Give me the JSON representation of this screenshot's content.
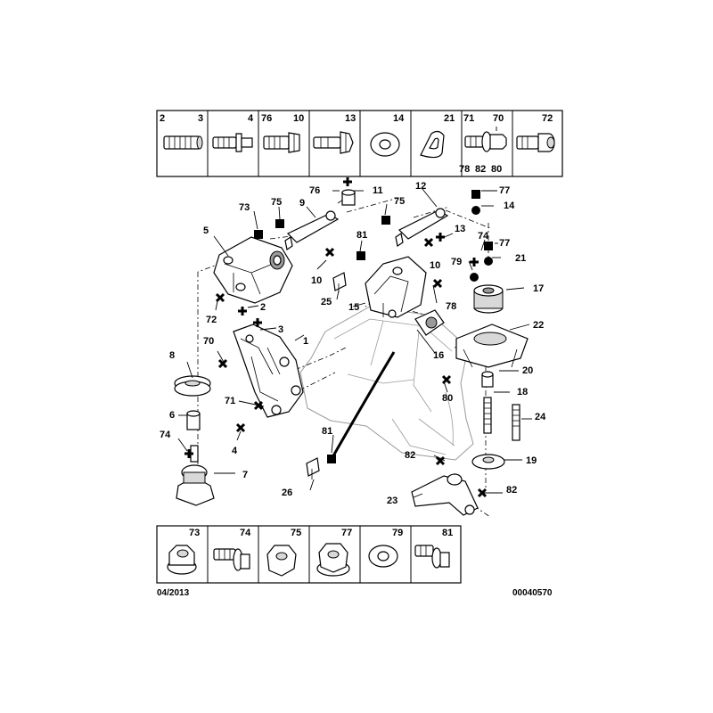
{
  "top_legend": {
    "cells": [
      {
        "labels": [
          "2",
          "3"
        ],
        "icon": "stud-bolt-icon"
      },
      {
        "labels": [
          "4"
        ],
        "icon": "flanged-stud-icon"
      },
      {
        "labels": [
          "76",
          "10"
        ],
        "icon": "bolt-icon"
      },
      {
        "labels": [
          "13"
        ],
        "icon": "hex-bolt-icon"
      },
      {
        "labels": [
          "14"
        ],
        "icon": "washer-icon"
      },
      {
        "labels": [
          "21"
        ],
        "icon": "oval-washer-icon"
      },
      {
        "labels": [
          "71",
          "70",
          "78",
          "82",
          "80"
        ],
        "icon": "collar-bolt-icon"
      },
      {
        "labels": [
          "72"
        ],
        "icon": "socket-bolt-icon"
      }
    ]
  },
  "bottom_legend": {
    "cells": [
      {
        "labels": [
          "73"
        ],
        "icon": "flange-nut-icon"
      },
      {
        "labels": [
          "74"
        ],
        "icon": "flange-bolt-icon"
      },
      {
        "labels": [
          "75"
        ],
        "icon": "hex-nut-icon"
      },
      {
        "labels": [
          "77"
        ],
        "icon": "flange-hex-nut-icon"
      },
      {
        "labels": [
          "79"
        ],
        "icon": "plain-washer-icon"
      },
      {
        "labels": [
          "81"
        ],
        "icon": "shouldered-bolt-icon"
      }
    ]
  },
  "callouts": [
    "1",
    "2",
    "3",
    "4",
    "5",
    "6",
    "7",
    "8",
    "9",
    "10",
    "10",
    "11",
    "12",
    "13",
    "14",
    "15",
    "16",
    "17",
    "18",
    "19",
    "20",
    "21",
    "22",
    "23",
    "24",
    "25",
    "26",
    "70",
    "71",
    "72",
    "73",
    "74",
    "74",
    "75",
    "75",
    "76",
    "77",
    "77",
    "78",
    "79",
    "80",
    "81",
    "81",
    "82",
    "82"
  ],
  "footer": {
    "date": "04/2013",
    "reference": "00040570"
  }
}
